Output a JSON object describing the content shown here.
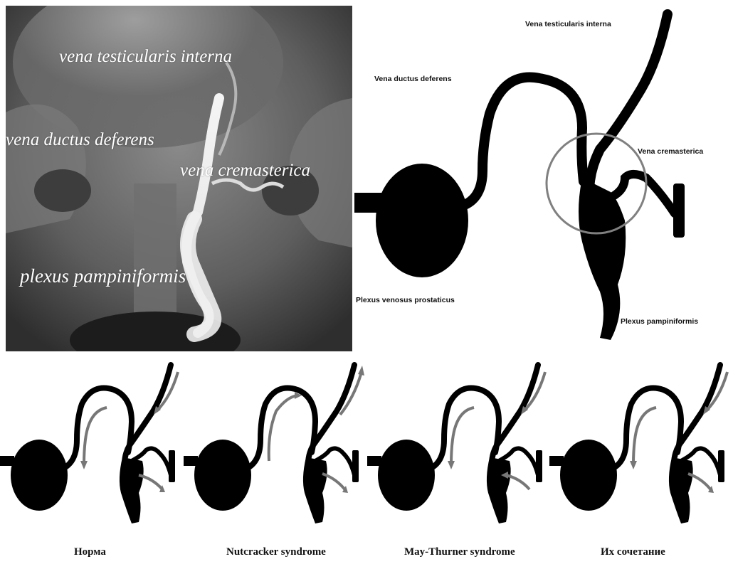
{
  "xray": {
    "labels": {
      "testicularis": "vena testicularis interna",
      "ductus": "vena ductus deferens",
      "cremasterica": "vena cremasterica",
      "plexus": "plexus pampiniformis"
    }
  },
  "diagram": {
    "labels": {
      "testicularis": "Vena testicularis interna",
      "ductus": "Vena ductus deferens",
      "cremasterica": "Vena cremasterica",
      "prostaticus": "Plexus venosus prostaticus",
      "pampiniformis": "Plexus pampiniformis"
    },
    "colors": {
      "vein": "#000000",
      "circle": "#808080",
      "arrow": "#777777"
    }
  },
  "variants": [
    {
      "caption": "Норма"
    },
    {
      "caption": "Nutcracker syndrome"
    },
    {
      "caption": "May-Thurner syndrome"
    },
    {
      "caption": "Их сочетание"
    }
  ]
}
